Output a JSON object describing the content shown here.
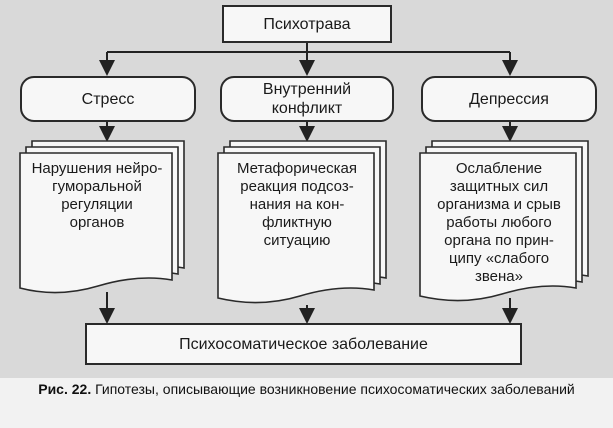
{
  "top": {
    "label": "Психотрава"
  },
  "causes": [
    {
      "label": "Стресс"
    },
    {
      "label": "Внутренний\nконфликт"
    },
    {
      "label": "Депрессия"
    }
  ],
  "mechanisms": [
    {
      "text": "Нарушения нейро-\nгуморальной\nрегуляции\nорганов"
    },
    {
      "text": "Метафорическая\nреакция подсоз-\nнания на кон-\nфликтную\nситуацию"
    },
    {
      "text": "Ослабление\nзащитных сил\nорганизма и срыв\nработы любого\nоргана по прин-\nципу «слабого\nзвена»"
    }
  ],
  "bottom": {
    "label": "Психосоматическое заболевание"
  },
  "caption": {
    "number": "Рис. 22.",
    "text": " Гипотезы, описывающие возникновение психосоматических заболеваний"
  }
}
